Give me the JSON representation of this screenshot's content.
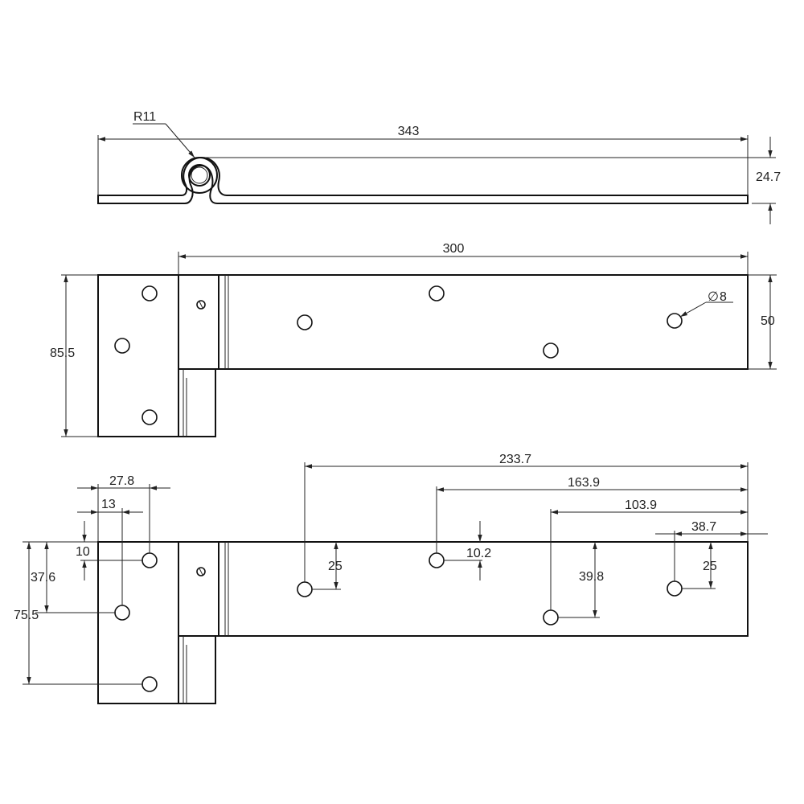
{
  "labels": {
    "radius": "R11",
    "total_length": "343",
    "thickness": "24.7",
    "strap_length": "300",
    "hole_diameter": "8",
    "diameter_symbol": "∅",
    "strap_width": "50",
    "plate_height": "85.5",
    "dim_233_7": "233.7",
    "dim_163_9": "163.9",
    "dim_103_9": "103.9",
    "dim_38_7": "38.7",
    "dim_27_8": "27.8",
    "dim_13": "13",
    "dim_10": "10",
    "dim_37_6": "37.6",
    "dim_75_5": "75.5",
    "dim_25_a": "25",
    "dim_10_2": "10.2",
    "dim_39_8": "39.8",
    "dim_25_b": "25"
  }
}
